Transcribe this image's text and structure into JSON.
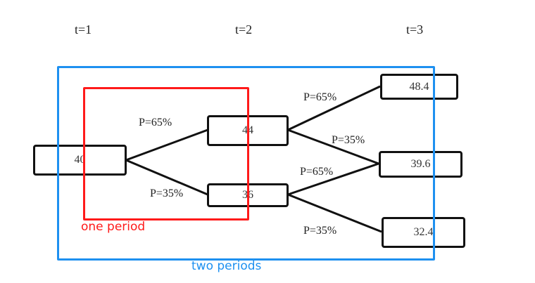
{
  "time_labels": [
    "t=1",
    "t=2",
    "t=3"
  ],
  "nodes": {
    "root": "40",
    "up": "44",
    "down": "36",
    "up_up": "48.4",
    "mid": "39.6",
    "down_down": "32.4"
  },
  "probabilities": {
    "root_up": "P=65%",
    "root_down": "P=35%",
    "up_up": "P=65%",
    "up_down": "P=35%",
    "down_up": "P=65%",
    "down_down": "P=35%"
  },
  "annotations": {
    "one_period": {
      "label": "one period",
      "color": "#ff1a1a"
    },
    "two_periods": {
      "label": "two periods",
      "color": "#1e90f0"
    }
  },
  "edge_color": "#111111"
}
